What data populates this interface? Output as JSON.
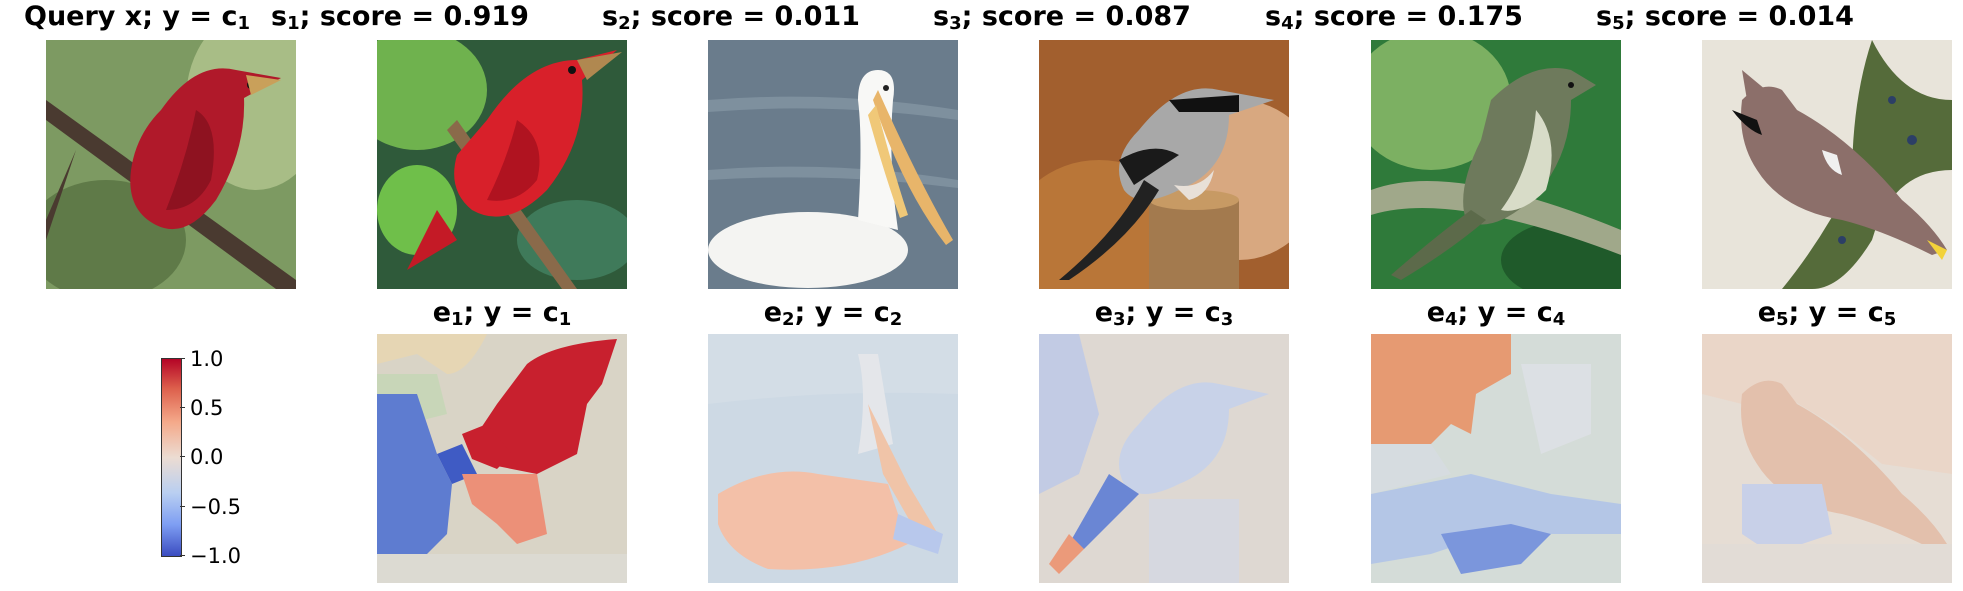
{
  "row1": {
    "query": {
      "label": "Query x; y = ",
      "sub": "1",
      "cls": "c"
    },
    "panels": [
      {
        "s": "s",
        "sub": "1",
        "score_label": "; score = ",
        "score": "0.919"
      },
      {
        "s": "s",
        "sub": "2",
        "score_label": "; score = ",
        "score": "0.011"
      },
      {
        "s": "s",
        "sub": "3",
        "score_label": "; score = ",
        "score": "0.087"
      },
      {
        "s": "s",
        "sub": "4",
        "score_label": "; score = ",
        "score": "0.175"
      },
      {
        "s": "s",
        "sub": "5",
        "score_label": "; score = ",
        "score": "0.014"
      }
    ]
  },
  "row2": {
    "panels": [
      {
        "e": "e",
        "sub": "1",
        "mid": "; y = ",
        "c": "c",
        "csub": "1"
      },
      {
        "e": "e",
        "sub": "2",
        "mid": "; y = ",
        "c": "c",
        "csub": "2"
      },
      {
        "e": "e",
        "sub": "3",
        "mid": "; y = ",
        "c": "c",
        "csub": "3"
      },
      {
        "e": "e",
        "sub": "4",
        "mid": "; y = ",
        "c": "c",
        "csub": "4"
      },
      {
        "e": "e",
        "sub": "5",
        "mid": "; y = ",
        "c": "c",
        "csub": "5"
      }
    ]
  },
  "colorbar": {
    "ticks": [
      "1.0",
      "0.5",
      "0.0",
      "−0.5",
      "−1.0"
    ],
    "colormap": "coolwarm",
    "min": -1.0,
    "max": 1.0
  },
  "images": [
    "red-bird-query-photo",
    "red-bird-leaves-photo",
    "white-pelican-photo",
    "shrike-on-post-photo",
    "flycatcher-on-branch-photo",
    "waxwing-in-tree-photo"
  ]
}
